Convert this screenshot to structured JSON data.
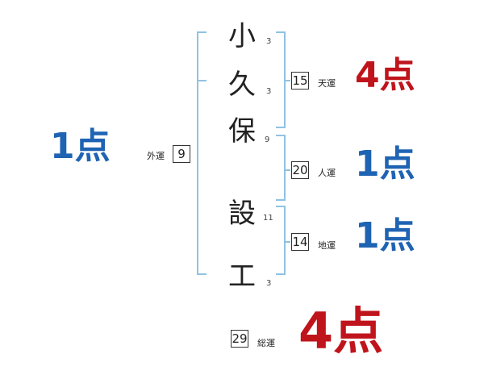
{
  "name_chars": [
    {
      "char": "小",
      "strokes": "3"
    },
    {
      "char": "久",
      "strokes": "3"
    },
    {
      "char": "保",
      "strokes": "9"
    },
    {
      "char": "設",
      "strokes": "11"
    },
    {
      "char": "工",
      "strokes": "3"
    }
  ],
  "gaiun": {
    "label": "外運",
    "value": "9",
    "score": "1点"
  },
  "tenun": {
    "label": "天運",
    "value": "15",
    "score": "4点"
  },
  "jinun": {
    "label": "人運",
    "value": "20",
    "score": "1点"
  },
  "chiun": {
    "label": "地運",
    "value": "14",
    "score": "1点"
  },
  "souun": {
    "label": "総運",
    "value": "29",
    "score": "4点"
  },
  "colors": {
    "bracket": "#8fc3e3",
    "red": "#c0141c",
    "blue": "#1f63b3"
  }
}
